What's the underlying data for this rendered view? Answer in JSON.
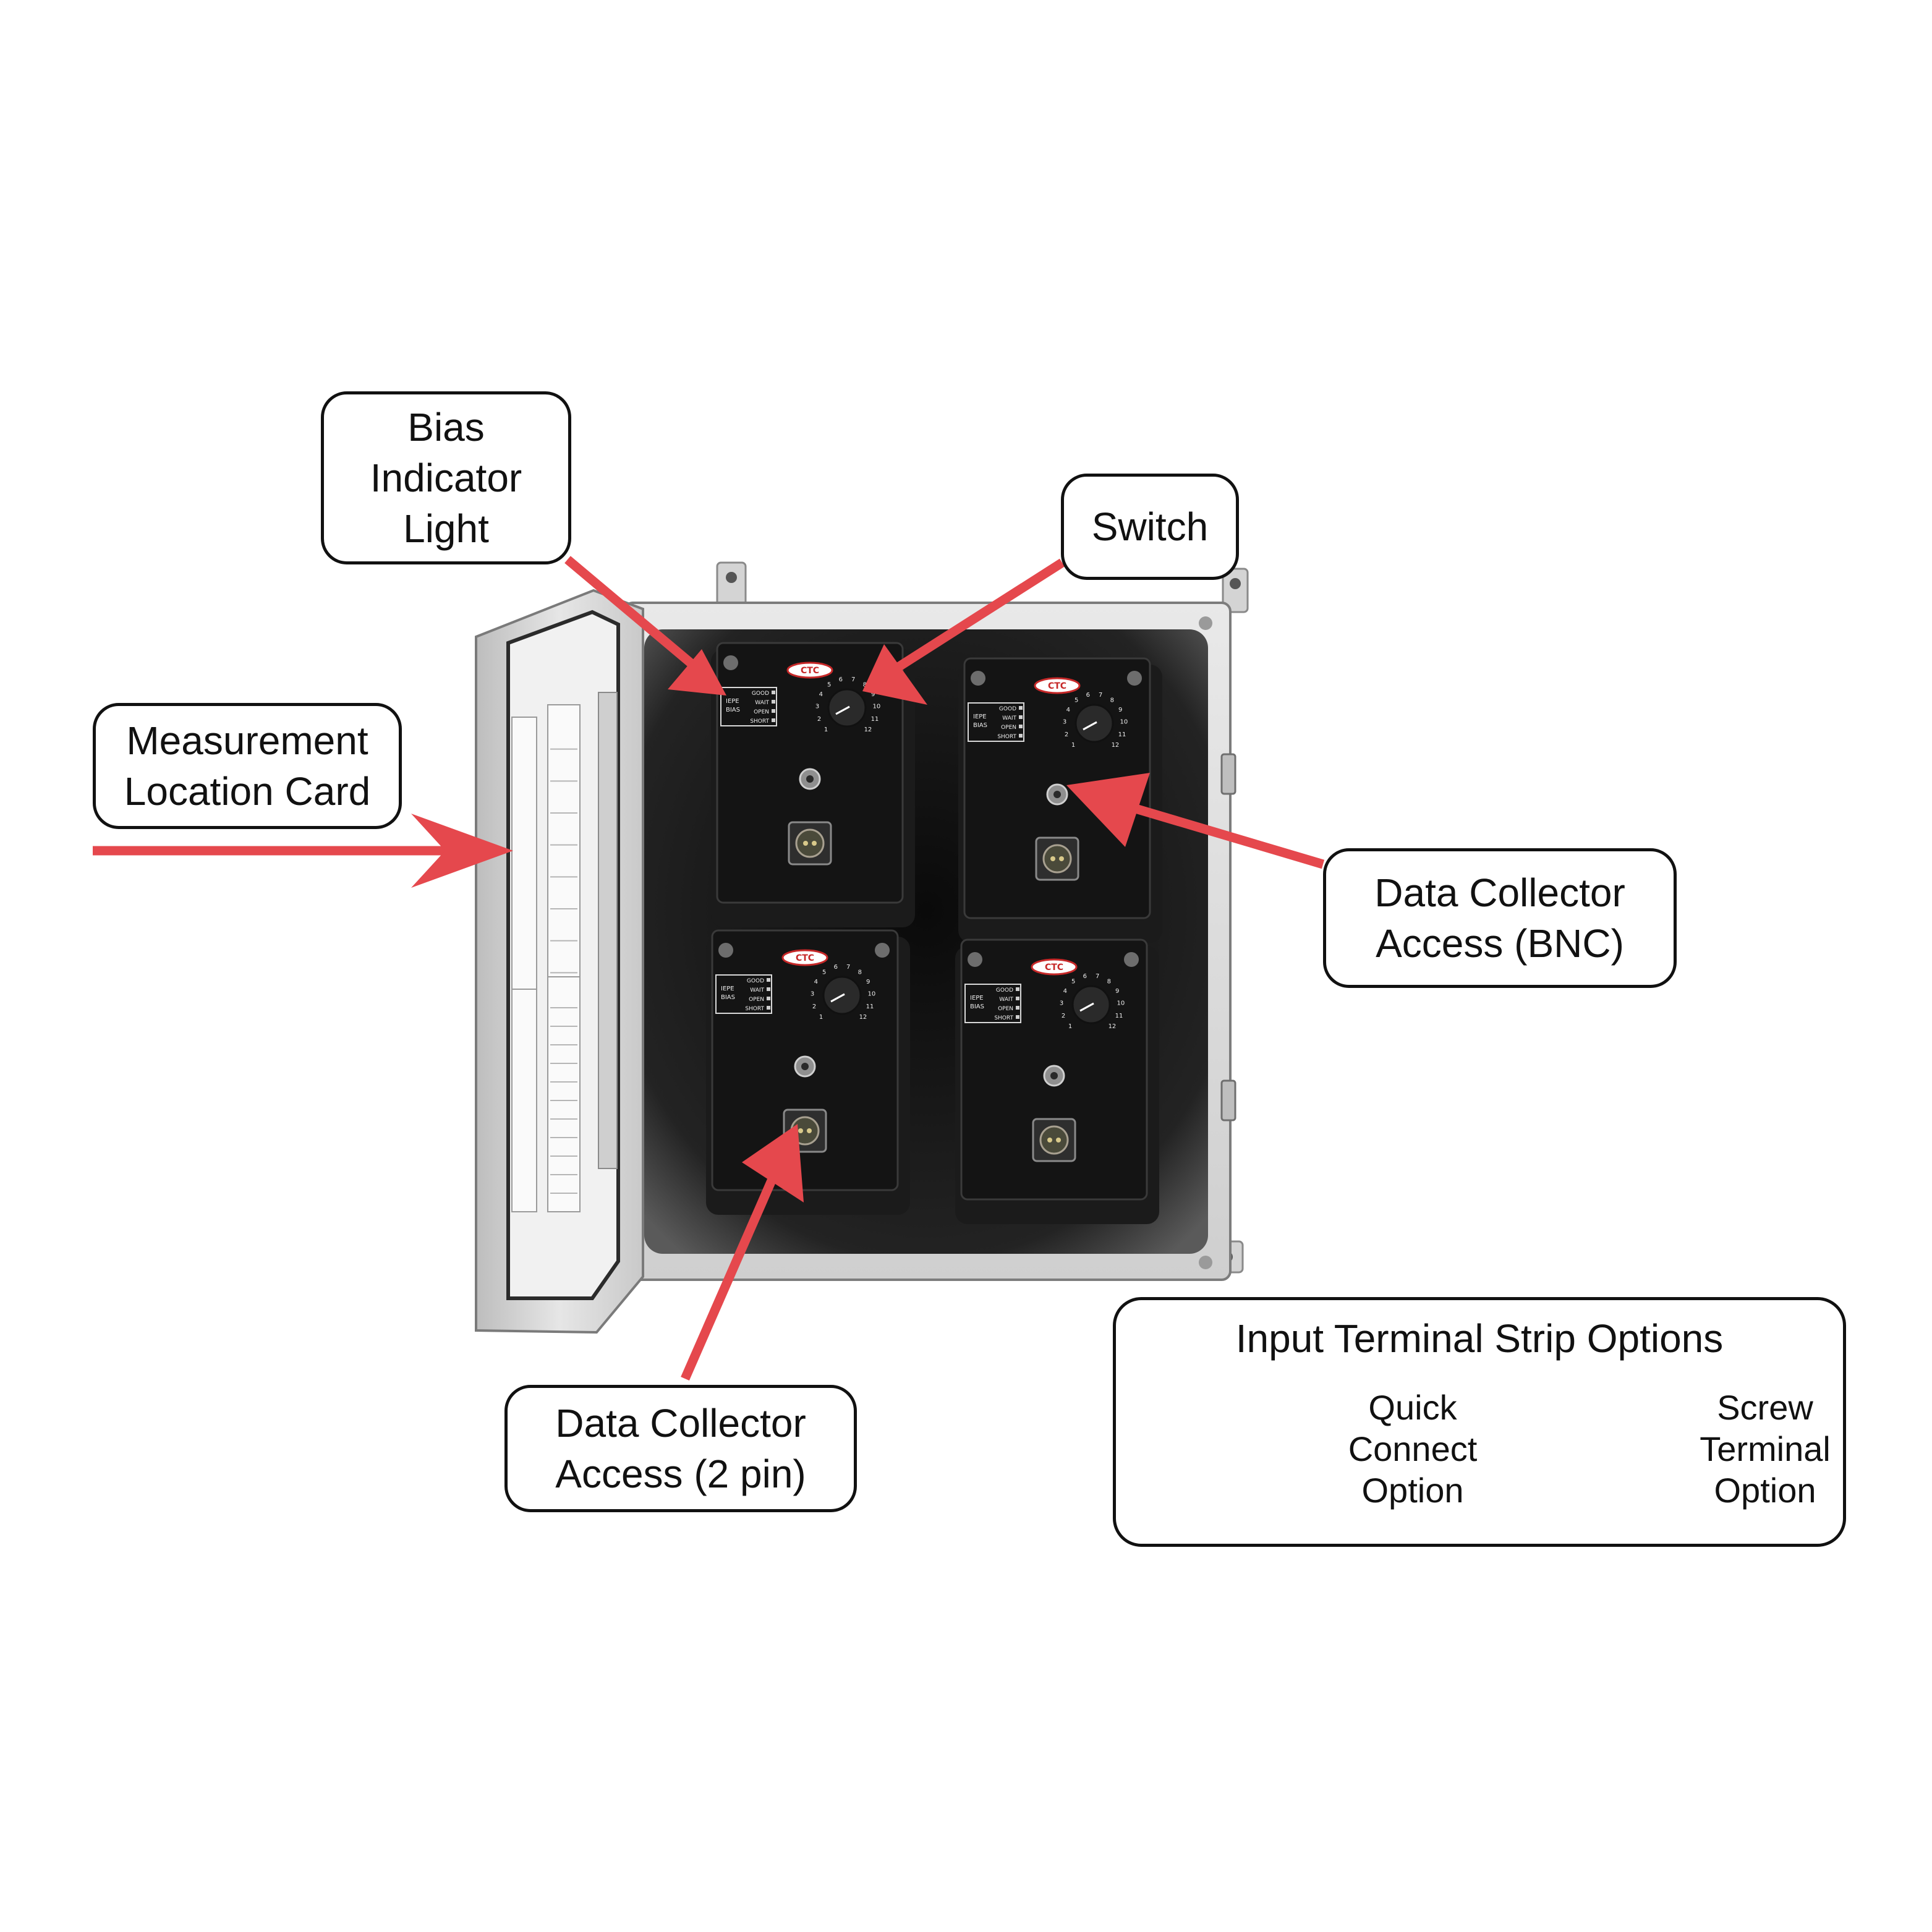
{
  "callouts": {
    "bias_indicator": [
      "Bias",
      "Indicator",
      "Light"
    ],
    "switch": "Switch",
    "measurement_card": [
      "Measurement",
      "Location Card"
    ],
    "bnc": [
      "Data Collector",
      "Access (BNC)"
    ],
    "two_pin": [
      "Data Collector",
      "Access (2 pin)"
    ]
  },
  "options": {
    "title": "Input Terminal Strip Options",
    "quick_connect": [
      "Quick",
      "Connect",
      "Option"
    ],
    "screw_terminal": [
      "Screw",
      "Terminal",
      "Option"
    ]
  },
  "module": {
    "brand": "CTC",
    "bias_label": [
      "IEPE",
      "BIAS"
    ],
    "status_labels": [
      "GOOD",
      "WAIT",
      "OPEN",
      "SHORT"
    ],
    "dial_numbers": [
      "1",
      "2",
      "3",
      "4",
      "5",
      "6",
      "7",
      "8",
      "9",
      "10",
      "11",
      "12"
    ]
  },
  "colors": {
    "arrow": "#e5484d",
    "enclosure": "#d9d9d9",
    "module": "#141414",
    "terminal_green": "#8fd16a"
  }
}
